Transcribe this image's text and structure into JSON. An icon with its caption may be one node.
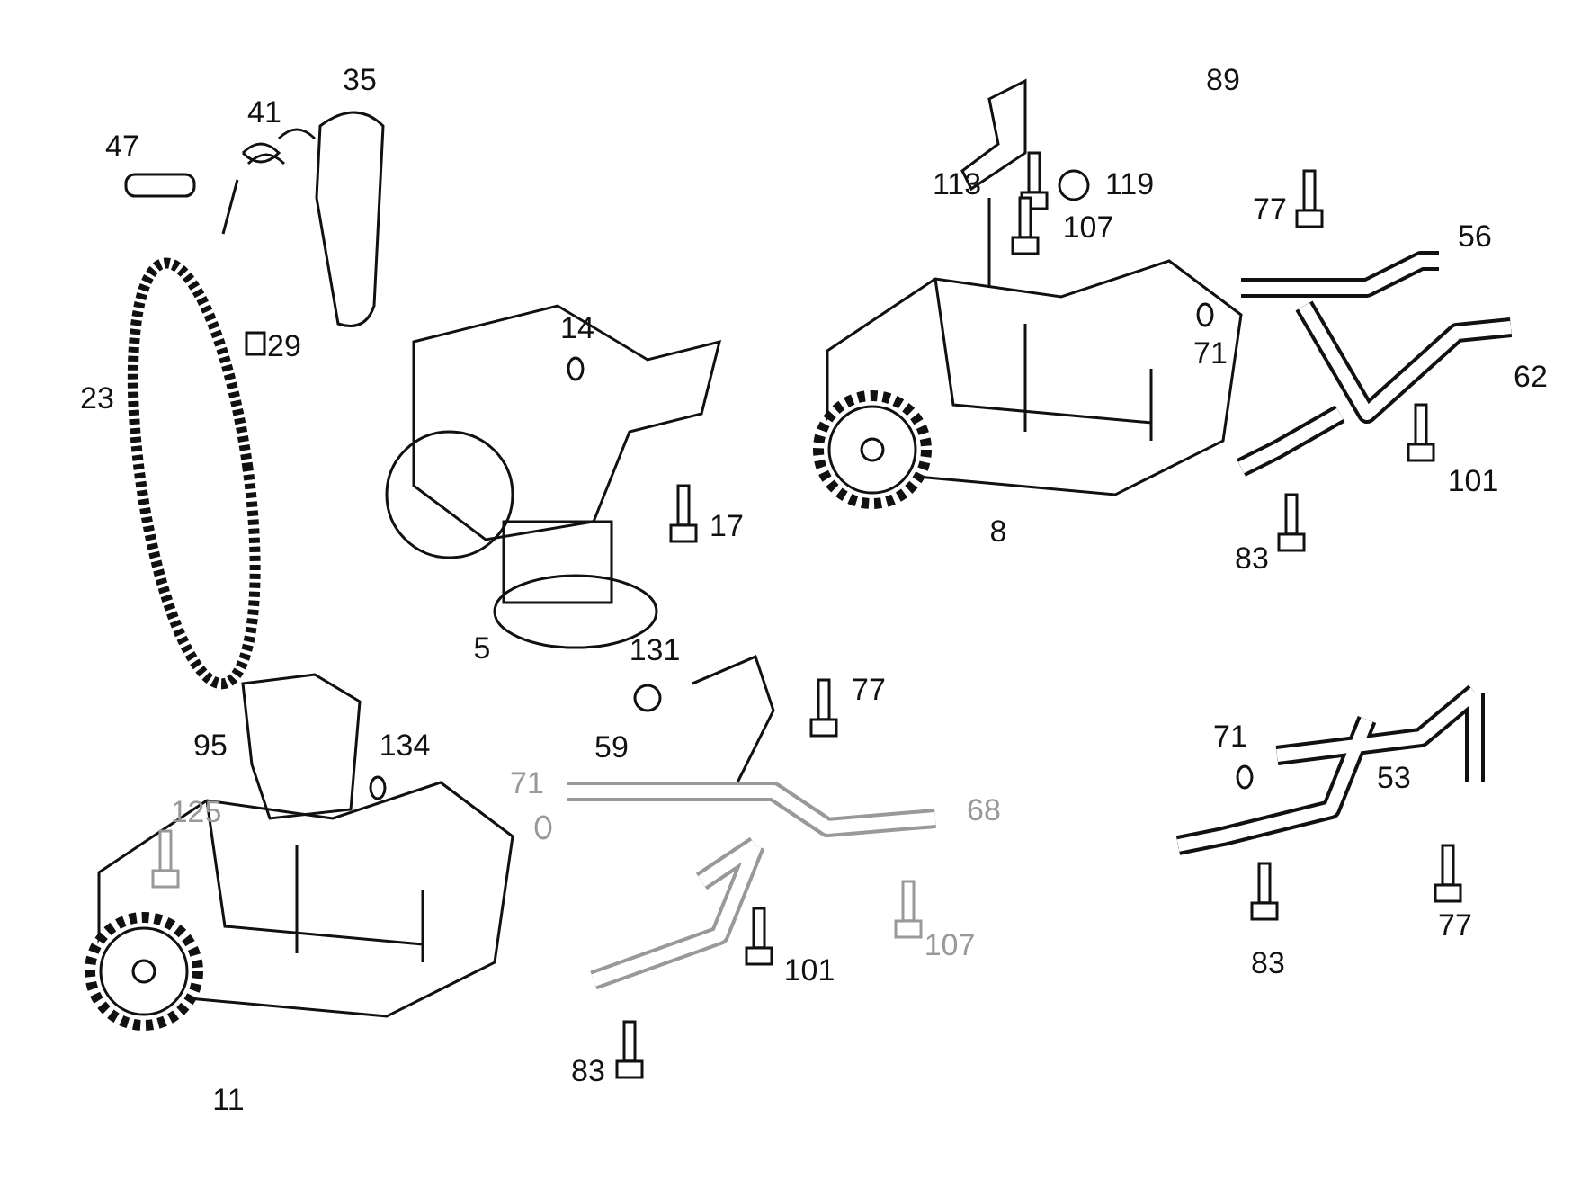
{
  "diagram": {
    "labels": [
      "35",
      "89",
      "41",
      "47",
      "113",
      "119",
      "107",
      "77",
      "56",
      "29",
      "14",
      "71",
      "62",
      "23",
      "17",
      "101",
      "8",
      "83",
      "5",
      "131",
      "77",
      "95",
      "134",
      "59",
      "71",
      "68",
      "71",
      "53",
      "125",
      "107",
      "101",
      "83",
      "77",
      "83",
      "11"
    ]
  }
}
